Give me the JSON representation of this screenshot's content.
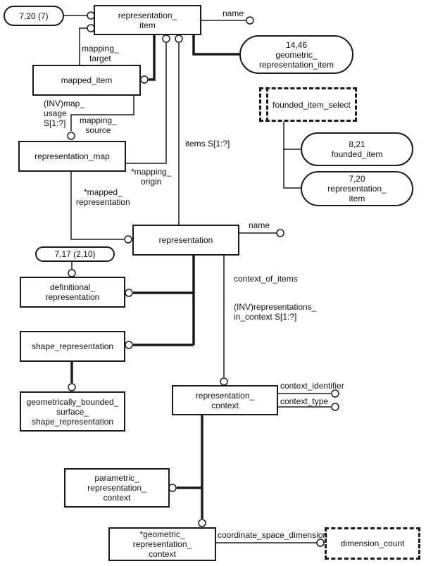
{
  "diagram": {
    "entities": {
      "representation_item": "representation_\nitem",
      "mapped_item": "mapped_item",
      "representation_map": "representation_map",
      "representation": "representation",
      "definitional_representation": "definitional_\nrepresentation",
      "shape_representation": "shape_representation",
      "geometrically_bounded_surface_shape_representation": "geometrically_bounded_\nsurface_\nshape_representation",
      "representation_context": "representation_\ncontext",
      "parametric_representation_context": "parametric_\nrepresentation_\ncontext",
      "geometric_representation_context": "*geometric_\nrepresentation_\ncontext"
    },
    "page_refs": {
      "ref_7_20_7": "7,20 (7)",
      "ref_14_46": "14,46\ngeometric_\nrepresentation_item",
      "ref_8_21": "8,21\nfounded_item",
      "ref_7_20": "7,20\nrepresentation_\nitem",
      "ref_7_17": "7,17 (2,10)"
    },
    "select_types": {
      "founded_item_select": "founded_item_select"
    },
    "defined_types": {
      "dimension_count": "dimension_count"
    },
    "relationship_labels": {
      "ri_name": "name",
      "mapping_target": "mapping_\ntarget",
      "inv_map_usage": "(INV)map_\nusage\nS[1:?]",
      "mapping_source": "mapping_\nsource",
      "items": "items S[1:?]",
      "mapping_origin": "*mapping_\norigin",
      "mapped_representation": "*mapped_\nrepresentation",
      "rep_name": "name",
      "context_of_items": "context_of_items",
      "inv_representations_in_context": "(INV)representations_\nin_context S[1:?]",
      "context_identifier": "context_identifier",
      "context_type": "context_type",
      "coordinate_space_dimension": "coordinate_space_dimension"
    }
  }
}
